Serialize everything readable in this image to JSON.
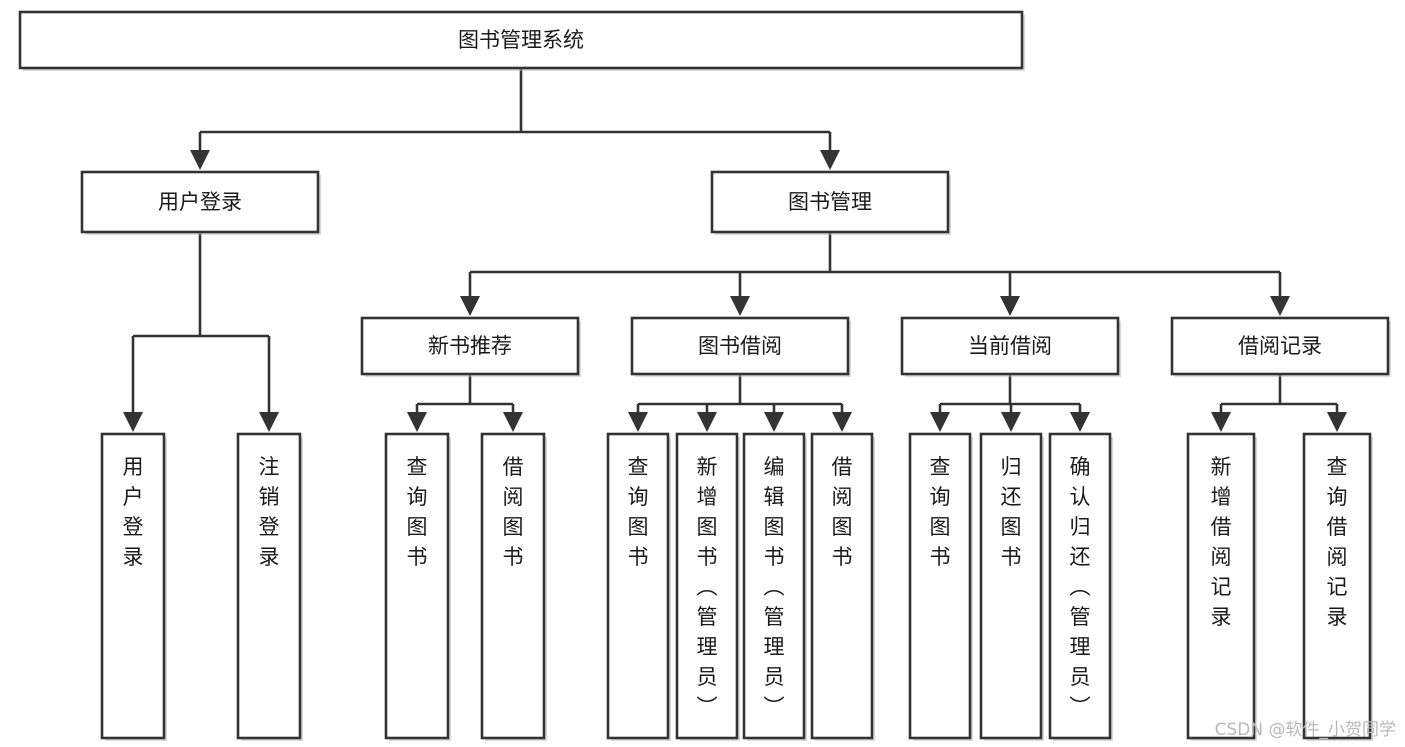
{
  "diagram": {
    "title": "图书管理系统",
    "type": "tree-hierarchy",
    "background_color": "#ffffff",
    "line_color": "#333333",
    "box_fill": "#ffffff",
    "text_color": "#1a1a1a",
    "watermark": "CSDN @软件_小贺同学",
    "nodes": {
      "root": {
        "label": "图书管理系统",
        "level": 0,
        "orientation": "horizontal"
      },
      "l1_0": {
        "label": "用户登录",
        "level": 1,
        "orientation": "horizontal"
      },
      "l1_1": {
        "label": "图书管理",
        "level": 1,
        "orientation": "horizontal"
      },
      "l2_0": {
        "label": "新书推荐",
        "level": 2,
        "orientation": "horizontal"
      },
      "l2_1": {
        "label": "图书借阅",
        "level": 2,
        "orientation": "horizontal"
      },
      "l2_2": {
        "label": "当前借阅",
        "level": 2,
        "orientation": "horizontal"
      },
      "l2_3": {
        "label": "借阅记录",
        "level": 2,
        "orientation": "horizontal"
      },
      "leaf_0": {
        "label": "用户登录",
        "level": 3,
        "orientation": "vertical",
        "parent": "用户登录"
      },
      "leaf_1": {
        "label": "注销登录",
        "level": 3,
        "orientation": "vertical",
        "parent": "用户登录"
      },
      "leaf_2": {
        "label": "查询图书",
        "level": 3,
        "orientation": "vertical",
        "parent": "新书推荐"
      },
      "leaf_3": {
        "label": "借阅图书",
        "level": 3,
        "orientation": "vertical",
        "parent": "新书推荐"
      },
      "leaf_4": {
        "label": "查询图书",
        "level": 3,
        "orientation": "vertical",
        "parent": "图书借阅"
      },
      "leaf_5": {
        "label": "新增图书（管理员）",
        "level": 3,
        "orientation": "vertical",
        "parent": "图书借阅"
      },
      "leaf_6": {
        "label": "编辑图书（管理员）",
        "level": 3,
        "orientation": "vertical",
        "parent": "图书借阅"
      },
      "leaf_7": {
        "label": "借阅图书",
        "level": 3,
        "orientation": "vertical",
        "parent": "图书借阅"
      },
      "leaf_8": {
        "label": "查询图书",
        "level": 3,
        "orientation": "vertical",
        "parent": "当前借阅"
      },
      "leaf_9": {
        "label": "归还图书",
        "level": 3,
        "orientation": "vertical",
        "parent": "当前借阅"
      },
      "leaf_10": {
        "label": "确认归还（管理员）",
        "level": 3,
        "orientation": "vertical",
        "parent": "当前借阅"
      },
      "leaf_11": {
        "label": "新增借阅记录",
        "level": 3,
        "orientation": "vertical",
        "parent": "借阅记录"
      },
      "leaf_12": {
        "label": "查询借阅记录",
        "level": 3,
        "orientation": "vertical",
        "parent": "借阅记录"
      }
    },
    "edges": [
      {
        "from": "图书管理系统",
        "to": "用户登录"
      },
      {
        "from": "图书管理系统",
        "to": "图书管理"
      },
      {
        "from": "用户登录",
        "to": "用户登录"
      },
      {
        "from": "用户登录",
        "to": "注销登录"
      },
      {
        "from": "图书管理",
        "to": "新书推荐"
      },
      {
        "from": "图书管理",
        "to": "图书借阅"
      },
      {
        "from": "图书管理",
        "to": "当前借阅"
      },
      {
        "from": "图书管理",
        "to": "借阅记录"
      },
      {
        "from": "新书推荐",
        "to": "查询图书"
      },
      {
        "from": "新书推荐",
        "to": "借阅图书"
      },
      {
        "from": "图书借阅",
        "to": "查询图书"
      },
      {
        "from": "图书借阅",
        "to": "新增图书（管理员）"
      },
      {
        "from": "图书借阅",
        "to": "编辑图书（管理员）"
      },
      {
        "from": "图书借阅",
        "to": "借阅图书"
      },
      {
        "from": "当前借阅",
        "to": "查询图书"
      },
      {
        "from": "当前借阅",
        "to": "归还图书"
      },
      {
        "from": "当前借阅",
        "to": "确认归还（管理员）"
      },
      {
        "from": "借阅记录",
        "to": "新增借阅记录"
      },
      {
        "from": "借阅记录",
        "to": "查询借阅记录"
      }
    ]
  }
}
